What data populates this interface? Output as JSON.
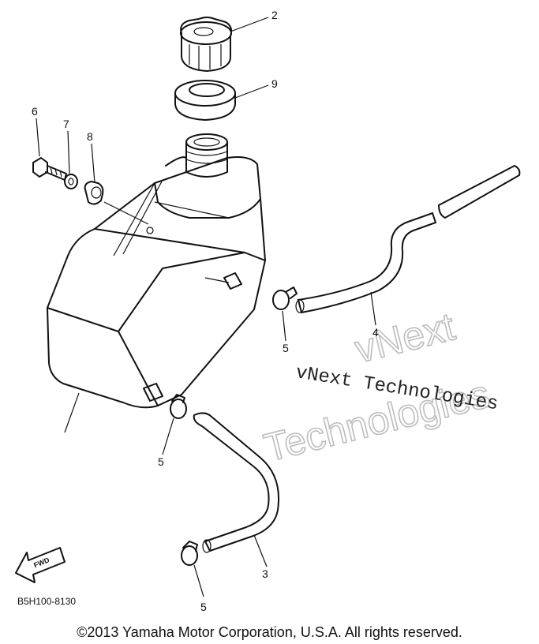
{
  "callouts": {
    "c2": "2",
    "c9": "9",
    "c6": "6",
    "c7": "7",
    "c8": "8",
    "c4": "4",
    "c5a": "5",
    "c5b": "5",
    "c5c": "5",
    "c3": "3"
  },
  "fwd_label": "FWD",
  "diagram_code": "B5H100-8130",
  "watermark": {
    "line1": "vNext",
    "line2": "vNext Technologies",
    "line3": "Technologies"
  },
  "copyright": "©2013 Yamaha Motor Corporation, U.S.A. All rights reserved."
}
